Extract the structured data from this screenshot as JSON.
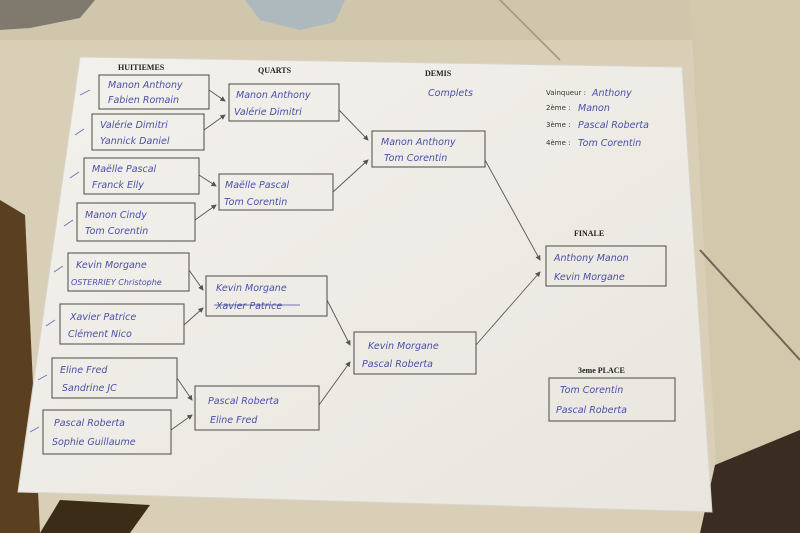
{
  "headings": {
    "round16": "HUITIEMES",
    "quarters": "QUARTS",
    "semis": "DEMIS",
    "final": "FINALE",
    "third": "3eme PLACE"
  },
  "huitiemes": [
    {
      "p1": "Manon Anthony",
      "p2": "Fabien Romain"
    },
    {
      "p1": "Valérie Dimitri",
      "p2": "Yannick Daniel"
    },
    {
      "p1": "Maëlle Pascal",
      "p2": "Franck Elly"
    },
    {
      "p1": "Manon Cindy",
      "p2": "Tom Corentin"
    },
    {
      "p1": "Kevin Morgane",
      "p2": "OSTERRIEY Christophe"
    },
    {
      "p1": "Xavier Patrice",
      "p2": "Clément Nico"
    },
    {
      "p1": "Eline Fred",
      "p2": "Sandrine JC"
    },
    {
      "p1": "Pascal Roberta",
      "p2": "Sophie Guillaume"
    }
  ],
  "quarts": [
    {
      "p1": "Manon Anthony",
      "p2": "Valérie Dimitri"
    },
    {
      "p1": "Maëlle Pascal",
      "p2": "Tom Corentin"
    },
    {
      "p1": "Kevin Morgane",
      "p2": "Xavier Patrice"
    },
    {
      "p1": "Pascal Roberta",
      "p2": "Eline Fred"
    }
  ],
  "demis_note": "Complets",
  "demis": [
    {
      "p1": "Manon Anthony",
      "p2": "Tom Corentin"
    },
    {
      "p1": "Kevin Morgane",
      "p2": "Pascal Roberta"
    }
  ],
  "finale": {
    "p1": "Anthony Manon",
    "p2": "Kevin Morgane"
  },
  "troisieme": {
    "p1": "Tom Corentin",
    "p2": "Pascal Roberta"
  },
  "podium": [
    {
      "label": "Vainqueur :",
      "value": "Anthony"
    },
    {
      "label": "2ème :",
      "value": "Manon"
    },
    {
      "label": "3ème :",
      "value": "Pascal Roberta"
    },
    {
      "label": "4ème :",
      "value": "Tom Corentin"
    }
  ]
}
